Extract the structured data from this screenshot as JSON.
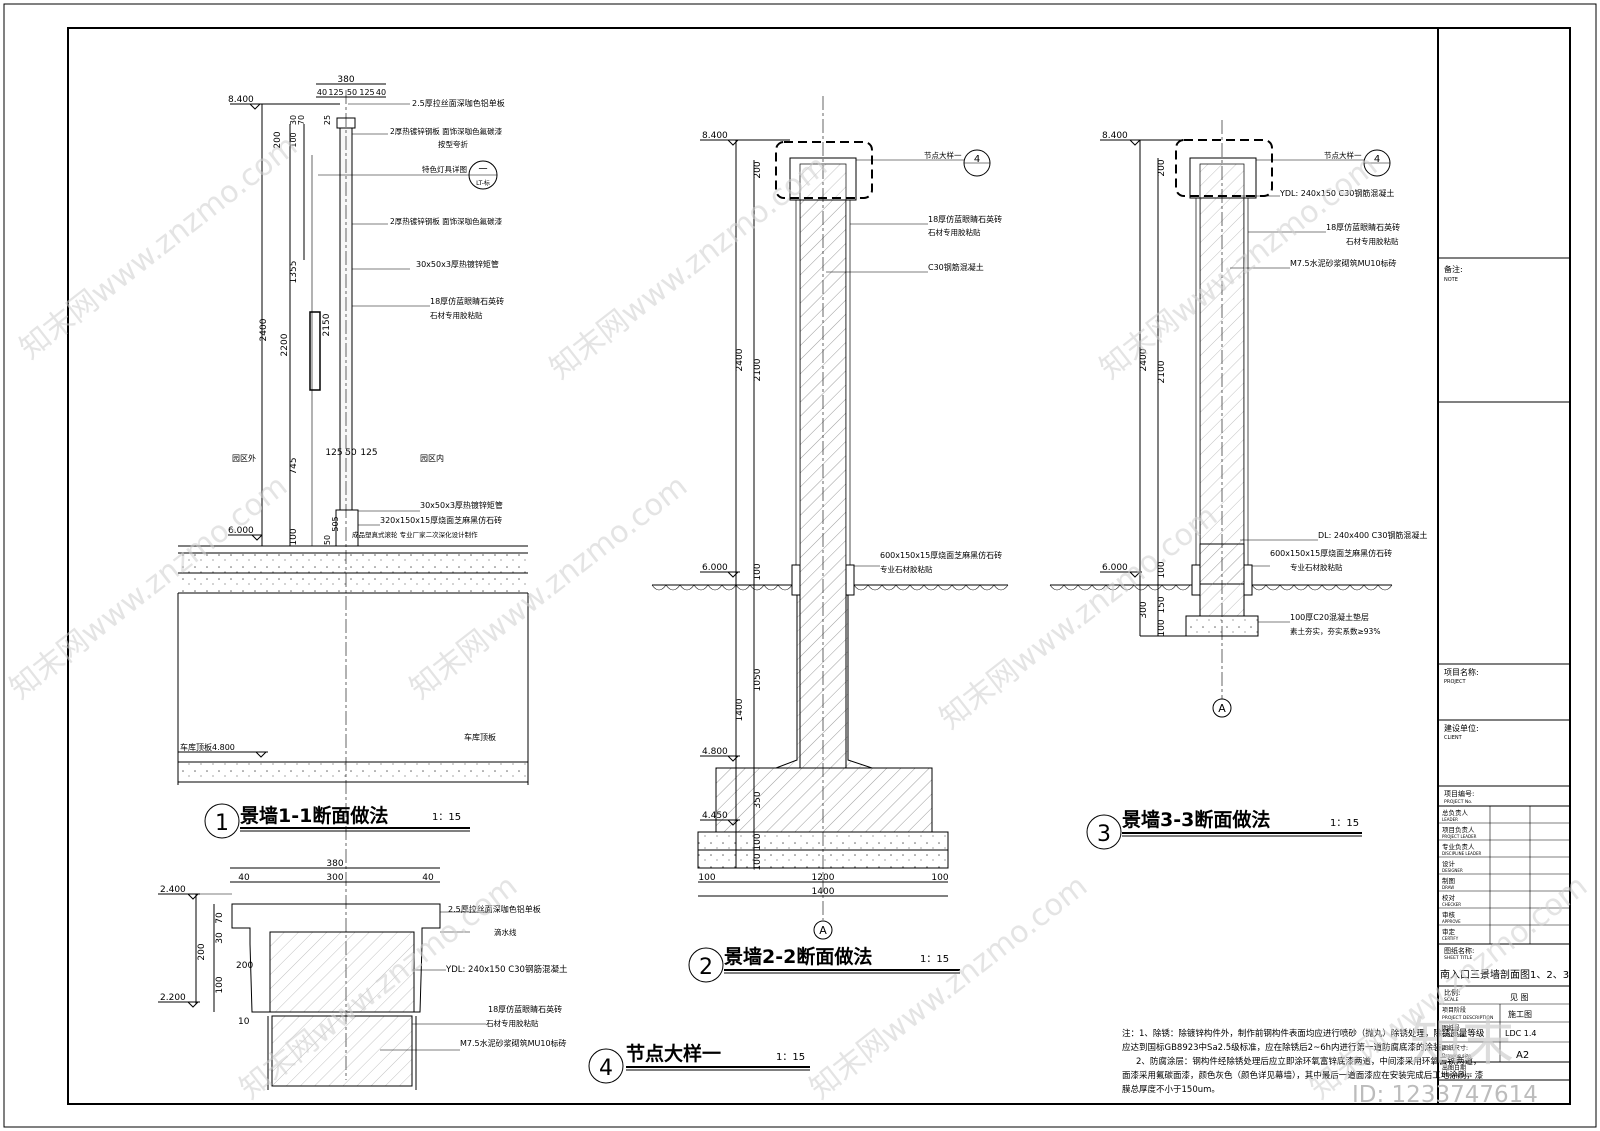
{
  "watermark": {
    "site": "知末网www.znzmo.com",
    "logo": "知末",
    "id_label": "ID: 1233747614"
  },
  "section1": {
    "title": "景墙1-1断面做法",
    "scale": "1：15",
    "num": "1",
    "elev_top": "8.400",
    "elev_ground": "6.000",
    "elev_garage": "车库顶板4.800",
    "garage_slab": "车库顶板",
    "outside": "园区外",
    "inside": "园区内",
    "dims_top": [
      "380",
      "40",
      "125",
      "50",
      "125",
      "40"
    ],
    "dims_left": [
      "200",
      "2400",
      "2200",
      "1355",
      "745",
      "100",
      "2150"
    ],
    "dims_small": [
      "100",
      "30",
      "70",
      "25",
      "50",
      "505"
    ],
    "dims_mid": [
      "125",
      "50",
      "125"
    ],
    "callouts": [
      "2.5厚拉丝面深咖色铝单板",
      "2厚热镀锌钢板  面饰深咖色氟碳漆",
      "按型夸折",
      "特色灯具详图",
      "2厚热镀锌钢板  面饰深咖色氟碳漆",
      "30x50x3厚热镀锌矩管",
      "18厚仿蓝眼睛石英砖",
      "石材专用胶粘贴",
      "30x50x3厚热镀锌矩管",
      "320x150x15厚烧面芝麻黑仿石砖",
      "成品塑真式滚轮  专业厂家二次深化设计制作"
    ],
    "detail_ref": "一",
    "detail_sheet": "LT-标"
  },
  "section2": {
    "title": "景墙2-2断面做法",
    "scale": "1：15",
    "num": "2",
    "elev_top": "8.400",
    "elev_ground": "6.000",
    "elev_footing": "4.800",
    "elev_base": "4.450",
    "dims_left": [
      "200",
      "2400",
      "2100",
      "100",
      "1400",
      "1050",
      "350",
      "100",
      "100"
    ],
    "dims_bottom": [
      "100",
      "1200",
      "100",
      "1400"
    ],
    "axis": "A",
    "detail_ref": "节点大样一",
    "detail_num": "4",
    "callouts": [
      "18厚仿蓝眼睛石英砖",
      "石材专用胶粘贴",
      "C30钢筋混凝土",
      "600x150x15厚烧面芝麻黑仿石砖",
      "专业石材胶粘贴"
    ]
  },
  "section3": {
    "title": "景墙3-3断面做法",
    "scale": "1：15",
    "num": "3",
    "elev_top": "8.400",
    "elev_ground": "6.000",
    "dims_left": [
      "200",
      "2400",
      "2100",
      "100",
      "300",
      "150",
      "100"
    ],
    "axis": "A",
    "detail_ref": "节点大样一",
    "detail_num": "4",
    "callouts": [
      "YDL: 240x150  C30钢筋混凝土",
      "18厚仿蓝眼睛石英砖",
      "石材专用胶粘贴",
      "M7.5水泥砂浆砌筑MU10标砖",
      "DL: 240x400  C30钢筋混凝土",
      "600x150x15厚烧面芝麻黑仿石砖",
      "专业石材胶粘贴",
      "100厚C20混凝土垫层",
      "素土夯实，夯实系数≥93%"
    ]
  },
  "section4": {
    "title": "节点大样一",
    "scale": "1：15",
    "num": "4",
    "elev_top": "2.400",
    "elev_bottom": "2.200",
    "dims_top": [
      "380",
      "40",
      "300",
      "40"
    ],
    "dims_left": [
      "70",
      "30",
      "200",
      "100",
      "200",
      "10"
    ],
    "callouts": [
      "2.5厚拉丝面深咖色铝单板",
      "滴水线",
      "YDL: 240x150  C30钢筋混凝土",
      "18厚仿蓝眼睛石英砖",
      "石材专用胶粘贴",
      "M7.5水泥砂浆砌筑MU10标砖"
    ]
  },
  "notes": {
    "lines": [
      "注：1、除锈：除镀锌构件外，制作前钢构件表面均应进行喷砂（抛丸）除锈处理，除锈质量等级",
      "应达到国标GB8923中Sa2.5级标准，应在除锈后2~6h内进行第一道防腐底漆的涂装。",
      "2、防腐涂层：钢构件经除锈处理后应立即涂环氧富锌底漆两道，中间漆采用环氧云铁两道，",
      "面漆采用氟碳面漆，颜色灰色（颜色详见幕墙），其中最后一道面漆应在安装完成后工地涂刷，漆",
      "膜总厚度不小于150um。"
    ]
  },
  "titleblock": {
    "note_cn": "备注:",
    "note_en": "NOTE",
    "project_cn": "项目名称:",
    "project_en": "PROJECT",
    "client_cn": "建设单位:",
    "client_en": "CLIENT",
    "projno_cn": "项目编号:",
    "projno_en": "PROJECT No.",
    "rows": [
      {
        "cn": "总负责人",
        "en": "LEADER"
      },
      {
        "cn": "项目负责人",
        "en": "PROJECT LEADER"
      },
      {
        "cn": "专业负责人",
        "en": "DISCIPLINE LEADER"
      },
      {
        "cn": "设计",
        "en": "DESIGNER"
      },
      {
        "cn": "制图",
        "en": "DRAW"
      },
      {
        "cn": "校对",
        "en": "CHECKER"
      },
      {
        "cn": "审核",
        "en": "APPROVE"
      },
      {
        "cn": "审定",
        "en": "CERTIFY"
      }
    ],
    "sheet_title_cn": "图纸名称:",
    "sheet_title_en": "SHEET TITLE",
    "sheet_title": "南入口三景墙剖面图1、2、3",
    "scale_cn": "比例:",
    "scale_en": "SCALE",
    "scale_val": "见 图",
    "desc_cn": "项目阶段",
    "desc_en": "PROJECT DESCRIPTION",
    "desc_val": "施工图",
    "sheet_no_cn": "图纸号",
    "sheet_no_en": "SHEET No.",
    "sheet_no": "LDC 1.4",
    "size_cn": "图纸尺寸:",
    "size_en": "Drawing size",
    "size_val": "A2",
    "date_cn": "出图日期",
    "date_en": "DRAWN DATE"
  }
}
